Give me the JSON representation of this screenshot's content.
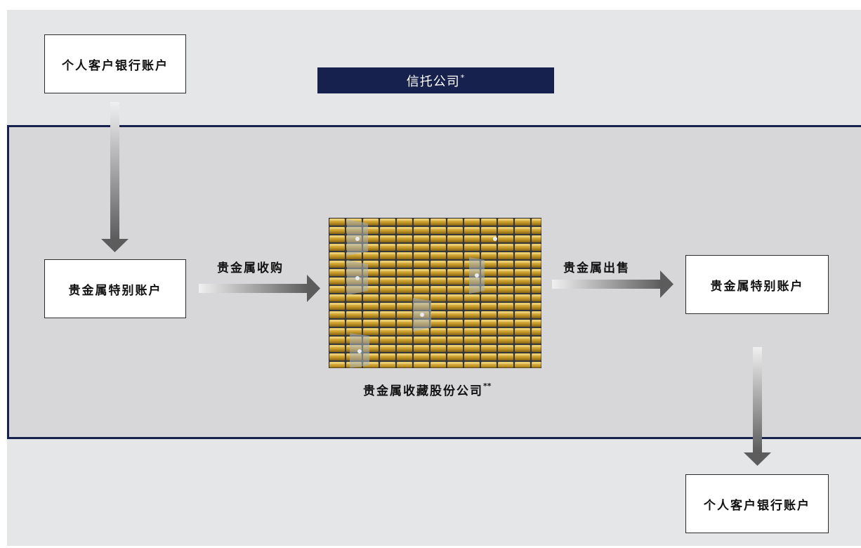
{
  "boxes": {
    "top_bank_account": "个人客户银行账户",
    "left_special_account": "贵金属特别账户",
    "right_special_account": "贵金属特别账户",
    "bottom_bank_account": "个人客户银行账户"
  },
  "banner": {
    "title": "信托公司",
    "marker": "*"
  },
  "labels": {
    "purchase": "贵金属收购",
    "sale": "贵金属出售"
  },
  "vault": {
    "caption": "贵金属收藏股份公司",
    "marker": "**"
  },
  "colors": {
    "navy": "#16214d",
    "outer_bg": "#e5e6e8",
    "trust_zone_bg": "#d7d7d9",
    "arrow_dark": "#606060",
    "gold": "#d4a52a"
  }
}
